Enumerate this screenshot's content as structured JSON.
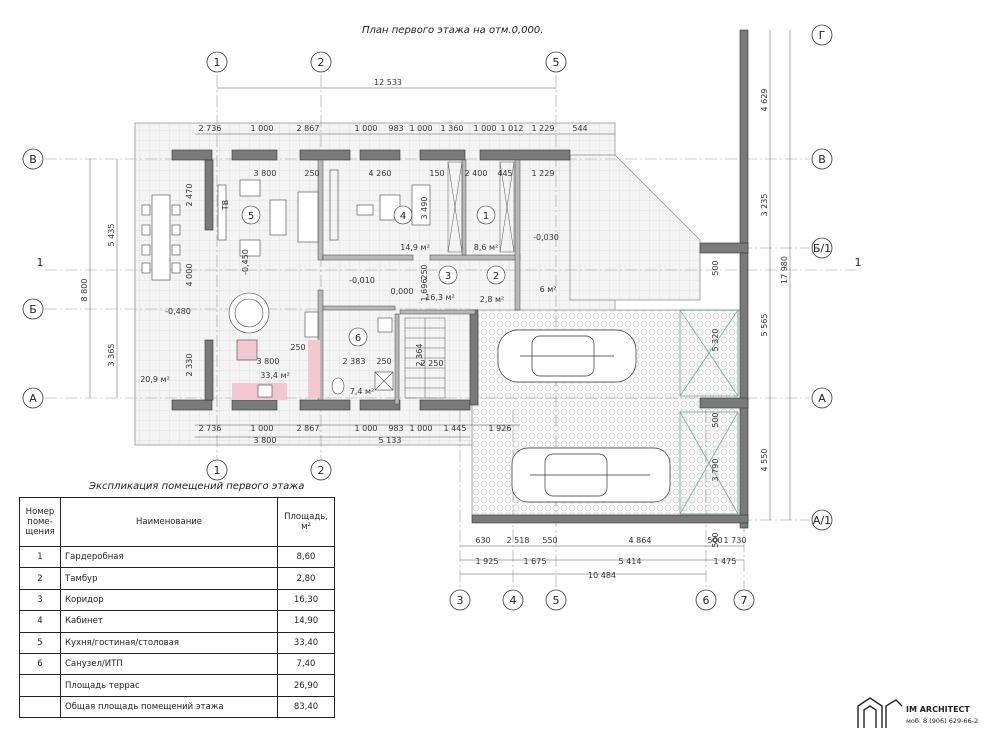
{
  "title": "План первого этажа на отм.0,000.",
  "axes": {
    "vertical": [
      "1",
      "2",
      "5",
      "3",
      "4",
      "5",
      "6",
      "7"
    ],
    "vertical_top": [
      "1",
      "2",
      "5"
    ],
    "vertical_bottom": [
      "1",
      "2"
    ],
    "vertical_bottom_right": [
      "3",
      "4",
      "5",
      "6",
      "7"
    ],
    "horizontal_left": [
      "В",
      "Б",
      "А"
    ],
    "horizontal_right": [
      "Г",
      "В",
      "Б/1",
      "А",
      "А/1"
    ],
    "section_left": "1",
    "section_right": "1"
  },
  "dimensions": {
    "top_overall": "12 533",
    "top_chain": [
      "2 736",
      "1 000",
      "2 867",
      "1 000",
      "983",
      "1 000",
      "1 360",
      "1 000",
      "1 012",
      "1 229",
      "544"
    ],
    "inner_top": [
      "3 800",
      "250",
      "4 260",
      "150",
      "2 400",
      "445",
      "1 229"
    ],
    "bottom_chain": [
      "2 736",
      "1 000",
      "2 867",
      "1 000",
      "983",
      "1 000",
      "1 445",
      "1 926"
    ],
    "bottom_sub": [
      "3 800",
      "5 133"
    ],
    "left_outer": "8 800",
    "left_chain": [
      "5 435",
      "3 365"
    ],
    "left_inner": [
      "2 470",
      "4 000",
      "2 330"
    ],
    "right_overall": "17 980",
    "right_chain": [
      "4 629",
      "3 235",
      "5 565",
      "4 550"
    ],
    "right_inner": [
      "500",
      "5 320",
      "500",
      "3 790",
      "500"
    ],
    "inner_misc": [
      "3 490",
      "1 696",
      "250",
      "2 383",
      "250",
      "3 800",
      "250",
      "2 364",
      "2 250",
      "1 730"
    ],
    "garage_bottom_chain": [
      "630",
      "2 518",
      "550",
      "4 864",
      "500",
      "1 730"
    ],
    "garage_bottom_axes": [
      "1 925",
      "1 675",
      "5 414",
      "1 475"
    ],
    "garage_overall": "10 484"
  },
  "levels": [
    "-0,450",
    "-0,480",
    "-0,010",
    "0,000",
    "-0,030"
  ],
  "rooms": [
    {
      "num": "1",
      "area": "8,6 м²"
    },
    {
      "num": "2",
      "area": "2,8 м²"
    },
    {
      "num": "3",
      "area": "16,3 м²"
    },
    {
      "num": "4",
      "area": "14,9 м²"
    },
    {
      "num": "5",
      "area": "33,4 м²"
    },
    {
      "num": "6",
      "area": "7,4 м²"
    }
  ],
  "terrace_area": "20,9 м²",
  "garage_area": "6 м²",
  "tv_label": "ТВ",
  "explication": {
    "title": "Экспликация помещений первого этажа",
    "headers": {
      "num": "Номер поме-щения",
      "name": "Наименование",
      "area": "Площадь, м²"
    },
    "rows": [
      {
        "num": "1",
        "name": "Гардеробная",
        "area": "8,60"
      },
      {
        "num": "2",
        "name": "Тамбур",
        "area": "2,80"
      },
      {
        "num": "3",
        "name": "Коридор",
        "area": "16,30"
      },
      {
        "num": "4",
        "name": "Кабинет",
        "area": "14,90"
      },
      {
        "num": "5",
        "name": "Кухня/гостиная/столовая",
        "area": "33,40"
      },
      {
        "num": "6",
        "name": "Санузел/ИТП",
        "area": "7,40"
      },
      {
        "num": "",
        "name": "Площадь террас",
        "area": "26,90"
      },
      {
        "num": "",
        "name": "Общая площадь помещений этажа",
        "area": "83,40"
      }
    ]
  },
  "logo": {
    "name": "IM ARCHITECT",
    "phone": "моб. 8 (906) 629-66-2"
  }
}
